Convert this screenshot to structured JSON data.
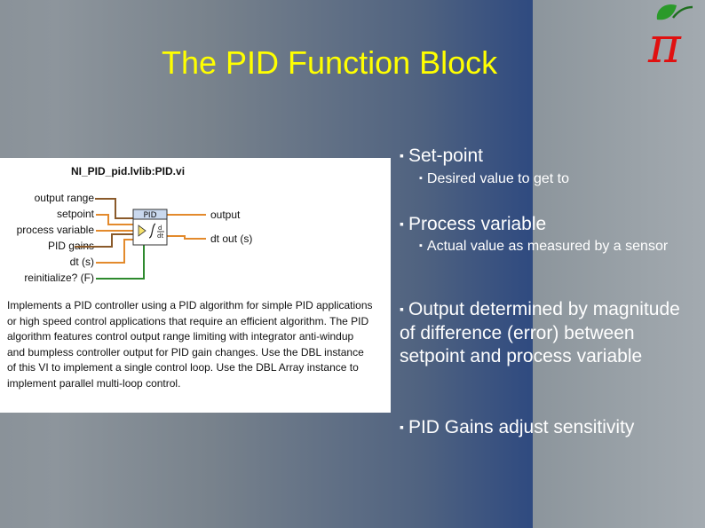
{
  "slide": {
    "title": "The PID Function Block",
    "logo_icon": "pi-apple-logo-icon",
    "colors": {
      "title": "#ffff00",
      "text": "#ffffff",
      "logo_pi": "#e01010",
      "logo_leaf": "#2a9a2a"
    }
  },
  "bullets": [
    {
      "level": 1,
      "text": "Set-point"
    },
    {
      "level": 2,
      "text": "Desired value to get to"
    },
    {
      "level": 1,
      "text": "Process variable"
    },
    {
      "level": 2,
      "text": "Actual value as measured by a sensor"
    },
    {
      "level": 1,
      "text": "Output determined by magnitude of difference (error) between setpoint and process variable"
    },
    {
      "level": 1,
      "text": "PID Gains adjust sensitivity"
    }
  ],
  "pid_help": {
    "vi_name": "NI_PID_pid.lvlib:PID.vi",
    "block_label": "PID",
    "inputs": [
      "output range",
      "setpoint",
      "process variable",
      "PID gains",
      "dt (s)",
      "reinitialize? (F)"
    ],
    "outputs": [
      "output",
      "dt out (s)"
    ],
    "description": "Implements a PID controller using a PID algorithm for simple PID applications or high speed control applications that require an efficient algorithm. The PID algorithm features control output range limiting with integrator anti-windup and bumpless controller output for PID gain changes. Use the DBL instance of this VI to implement a single control loop. Use the DBL Array instance to implement parallel multi-loop control."
  }
}
